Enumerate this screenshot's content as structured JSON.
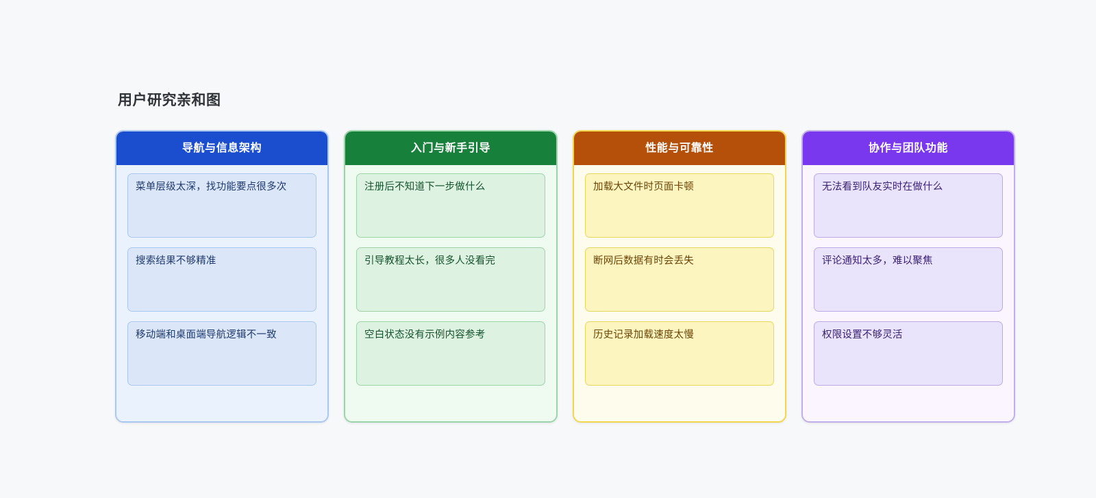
{
  "board": {
    "title": "用户研究亲和图",
    "background_color": "#f7f8fa",
    "title_color": "#2f3337"
  },
  "columns": [
    {
      "id": "navigation-information-architecture",
      "header": "导航与信息架构",
      "theme": "blue",
      "header_color": "#1b4dcf",
      "body_color": "#eaf2fd",
      "note_color": "#dbe7f9",
      "border_color": "#a9c8ef",
      "notes": [
        "菜单层级太深，找功能要点很多次",
        "搜索结果不够精准",
        "移动端和桌面端导航逻辑不一致"
      ]
    },
    {
      "id": "onboarding-new-user-guidance",
      "header": "入门与新手引导",
      "theme": "green",
      "header_color": "#17803b",
      "body_color": "#effaf1",
      "note_color": "#ddf2e1",
      "border_color": "#9ad5a8",
      "notes": [
        "注册后不知道下一步做什么",
        "引导教程太长，很多人没看完",
        "空白状态没有示例内容参考"
      ]
    },
    {
      "id": "performance-reliability",
      "header": "性能与可靠性",
      "theme": "yellow",
      "header_color": "#b4500a",
      "body_color": "#fefced",
      "note_color": "#fcf5c0",
      "border_color": "#f2d74b",
      "notes": [
        "加载大文件时页面卡顿",
        "断网后数据有时会丢失",
        "历史记录加载速度太慢"
      ]
    },
    {
      "id": "collaboration-team-features",
      "header": "协作与团队功能",
      "theme": "purple",
      "header_color": "#7938ee",
      "body_color": "#faf5fe",
      "note_color": "#e9e4fb",
      "border_color": "#c0ade9",
      "notes": [
        "无法看到队友实时在做什么",
        "评论通知太多，难以聚焦",
        "权限设置不够灵活"
      ]
    }
  ]
}
